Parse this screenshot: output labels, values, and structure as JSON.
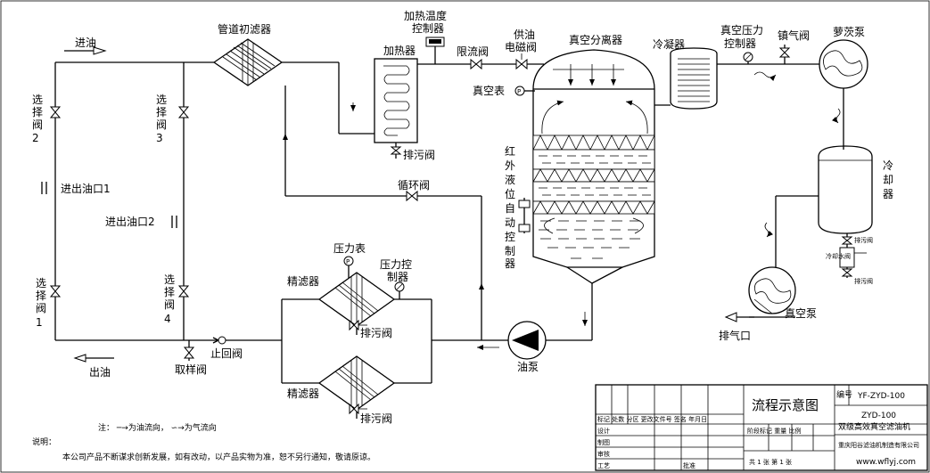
{
  "labels": {
    "oil_in": "进油",
    "oil_out": "出油",
    "pipe_filter": "管道初滤器",
    "heater": "加热器",
    "heat_ctrl_1": "加热温度",
    "heat_ctrl_2": "控制器",
    "drain": "排污阀",
    "flow_limit_valve": "限流阀",
    "oil_supply_1": "供油",
    "oil_supply_2": "电磁阀",
    "vacuum_separator": "真空分离器",
    "condenser": "冷凝器",
    "vac_press_1": "真空压力",
    "vac_press_2": "控制器",
    "bleed_valve": "镇气阀",
    "roots_pump": "萝茨泵",
    "vacuum_gauge": "真空表",
    "sel_valve": "选择阀",
    "num_1": "1",
    "num_2": "2",
    "num_3": "3",
    "num_4": "4",
    "port_1": "进出油口1",
    "port_2": "进出油口2",
    "circ_valve": "循环阀",
    "ir_level_ctrl": "红外液位自动控制器",
    "cooler": "冷却器",
    "gauge_p": "P",
    "pressure_gauge": "压力表",
    "press_ctrl_1": "压力控",
    "press_ctrl_2": "制器",
    "fine_filter": "精滤器",
    "check_valve": "止回阀",
    "sample_valve": "取样阀",
    "oil_pump": "油泵",
    "vacuum_pump": "真空泵",
    "exhaust": "排气口",
    "legend": "注：  ─→为油流向，  ∽→为气流向",
    "note_title": "说明：",
    "note_text": "本公司产品不断谋求创新发展，如有改动，以产品实物为准，恕不另行通知，敬请原谅。",
    "cooler_small_1": "冷却水阀",
    "cooler_small_2": "排污阀"
  },
  "title_block": {
    "title": "流程示意图",
    "code_label": "编号",
    "code_value": "YF-ZYD-100",
    "model": "ZYD-100",
    "product": "双级高效真空滤油机",
    "design": "设计",
    "drawing": "制图",
    "check": "审核",
    "process": "工艺",
    "approve": "批准",
    "stage_row": "阶段标记 重量 比例",
    "sheet_row": "共 1 张    第 1 张",
    "company": "重庆阳谷滤油机制造有限公司",
    "url": "www.wflyj.com",
    "change_row": "标记 处数 分区 更改文件号 签名 年月日"
  }
}
